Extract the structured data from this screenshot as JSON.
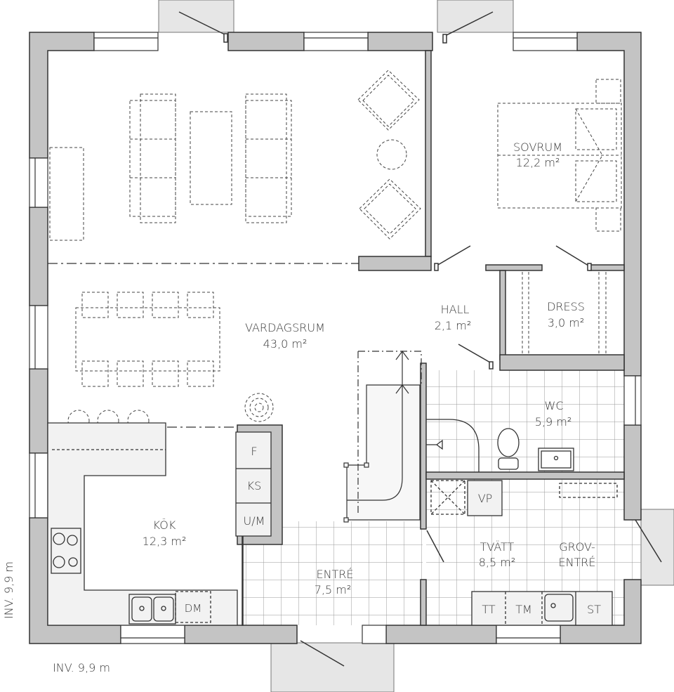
{
  "plan": {
    "dimension_left": "INV. 9,9 m",
    "dimension_bottom": "INV. 9,9 m"
  },
  "rooms": {
    "vardagsrum": {
      "name": "VARDAGSRUM",
      "area": "43,0 m²"
    },
    "sovrum": {
      "name": "SOVRUM",
      "area": "12,2 m²"
    },
    "hall": {
      "name": "HALL",
      "area": "2,1 m²"
    },
    "dress": {
      "name": "DRESS",
      "area": "3,0 m²"
    },
    "wc": {
      "name": "WC",
      "area": "5,9 m²"
    },
    "kok": {
      "name": "KÖK",
      "area": "12,3 m²"
    },
    "entre": {
      "name": "ENTRÉ",
      "area": "7,5 m²"
    },
    "tvatt": {
      "name": "TVÄTT",
      "area": "8,5 m²"
    },
    "grov": {
      "name1": "GROV-",
      "name2": "ENTRÉ"
    }
  },
  "appliances": {
    "f": "F",
    "ks": "KS",
    "um": "U/M",
    "dm": "DM",
    "vp": "VP",
    "tt": "TT",
    "tm": "TM",
    "st": "ST"
  },
  "colors": {
    "wall": "#c4c4c4",
    "line": "#333333",
    "terrace": "#e6e6e6",
    "counter": "#f2f2f2"
  }
}
